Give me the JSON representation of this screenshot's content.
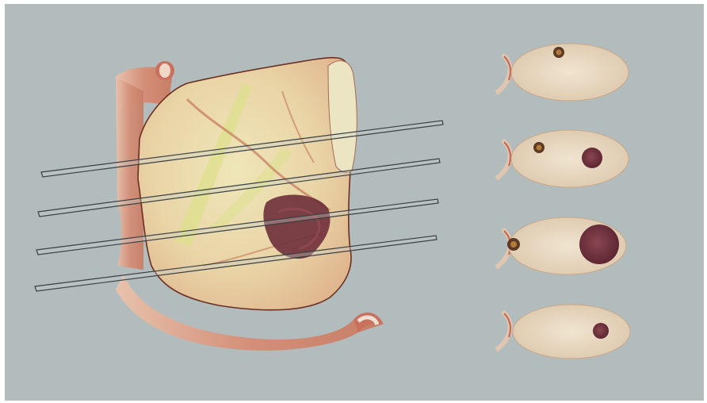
{
  "figure": {
    "colors": {
      "background": "#b2bcbd",
      "frame": "#ffffff",
      "tissue_outer": "#d99a82",
      "tissue_inner": "#e8cfa2",
      "tissue_highlight": "#dfe08a",
      "vessel": "#a83a2a",
      "lesion": "#6e2f3a",
      "plane_stroke": "#3a3f40",
      "section_fill": "#e6d6c2"
    },
    "icons": {
      "organ": "liver-3d-illustration",
      "plane": "cutting-plane",
      "section": "cross-section-slice"
    },
    "planes": [
      {
        "id": "plane-1"
      },
      {
        "id": "plane-2"
      },
      {
        "id": "plane-3"
      },
      {
        "id": "plane-4"
      }
    ],
    "sections": [
      {
        "id": "section-1",
        "lesions": 1
      },
      {
        "id": "section-2",
        "lesions": 2
      },
      {
        "id": "section-3",
        "lesions": 2
      },
      {
        "id": "section-4",
        "lesions": 1
      }
    ]
  }
}
